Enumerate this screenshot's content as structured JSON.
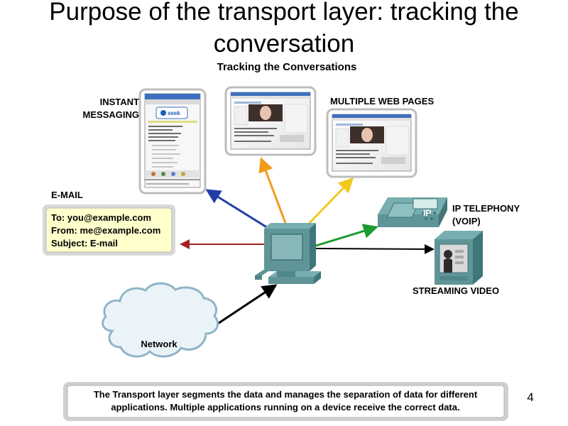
{
  "slide": {
    "title_line1": "Purpose of the transport layer: tracking the",
    "title_line2": "conversation",
    "page_number": "4"
  },
  "diagram": {
    "heading": "Tracking the Conversations",
    "instant_messaging_label_line1": "INSTANT",
    "instant_messaging_label_line2": "MESSAGING",
    "instant_messaging_window": {
      "logo_text": "seek"
    },
    "multiple_web_pages_label": "MULTIPLE WEB PAGES",
    "email": {
      "label": "E-MAIL",
      "to_line": "To: you@example.com",
      "from_line": "From: me@example.com",
      "subject_line": "Subject: E-mail"
    },
    "ip_telephony_label_line1": "IP TELEPHONY",
    "ip_telephony_label_line2": "(VOIP)",
    "phone_badge": "IP",
    "streaming_video_label": "STREAMING VIDEO",
    "network_label": "Network",
    "caption_line1": "The Transport layer segments the data and manages the separation of data for different",
    "caption_line2": "applications.  Multiple applications running on a device receive the correct data."
  },
  "colors": {
    "im_arrow": "#1f3fa6",
    "web_page_arrow_1": "#f29b1d",
    "web_page_arrow_2": "#f2c81d",
    "voip_arrow": "#1c9b2f",
    "email_arrow": "#a42421",
    "video_arrow": "#000000",
    "network_arrow": "#000000",
    "device_teal": "#5f9597",
    "email_card_fill": "#ffffcc",
    "cloud_fill": "#e8f2f7",
    "cloud_stroke": "#8fb4c7"
  }
}
